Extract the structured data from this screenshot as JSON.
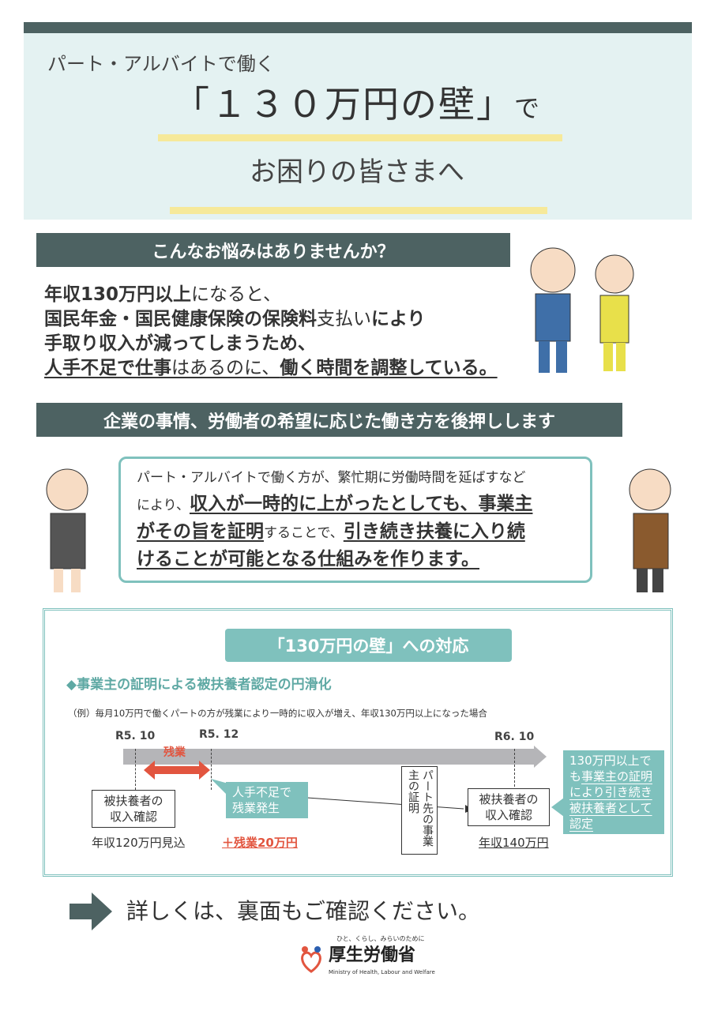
{
  "header": {
    "line1": "パート・アルバイトで働く",
    "line2_main": "「１３０万円の壁」",
    "line2_suffix": "で",
    "line3": "お困りの皆さまへ"
  },
  "section1": {
    "title": "こんなお悩みはありませんか？",
    "lines": [
      {
        "a": "年収130万円以上",
        "b": "になると、",
        "c": ""
      },
      {
        "a": "国民年金・国民健康保険の保険料",
        "b": "支払い",
        "c": "により"
      },
      {
        "a": "手取り収入が減ってしまうため、",
        "b": "",
        "c": ""
      },
      {
        "a": "人手不足で仕事",
        "b": "はあるのに、",
        "c": "働く時間を調整している。"
      }
    ]
  },
  "section2": {
    "title": "企業の事情、労働者の希望に応じた働き方を後押しします",
    "p1": "パート・アルバイトで働く方が、繁忙期に労働時間を延ばすなど",
    "p2a": "により、",
    "p2b": "収入が一時的に上がったとしても、事業主",
    "p3a": "がその旨を証明",
    "p3b": "することで、",
    "p3c": "引き続き扶養に入り続",
    "p4": "けることが可能となる仕組みを作ります。"
  },
  "diagram": {
    "title": "「130万円の壁」への対応",
    "subtitle": "◆事業主の証明による被扶養者認定の円滑化",
    "example": "（例）毎月10万円で働くパートの方が残業により一時的に収入が増え、年収130万円以上になった場合",
    "date1": "R5. 10",
    "date2": "R5. 12",
    "date3": "R6. 10",
    "overtime": "残業",
    "box1_l1": "被扶養者の",
    "box1_l2": "収入確認",
    "income1": "年収120万円見込",
    "callout_l1": "人手不足で",
    "callout_l2": "残業発生",
    "extra": "＋残業20万円",
    "cert": "パート先の事業主の証明",
    "box2_l1": "被扶養者の",
    "box2_l2": "収入確認",
    "income2": "年収140万円",
    "result_a": "130万円以上で",
    "result_b": "も",
    "result_c": "事業主の証明により引き続き被扶養者として認定"
  },
  "footer": {
    "text": "詳しくは、裏面もご確認ください。",
    "logo_tagline": "ひと、くらし、みらいのために",
    "logo_name": "厚生労働省",
    "logo_en": "Ministry of Health, Labour and Welfare"
  }
}
